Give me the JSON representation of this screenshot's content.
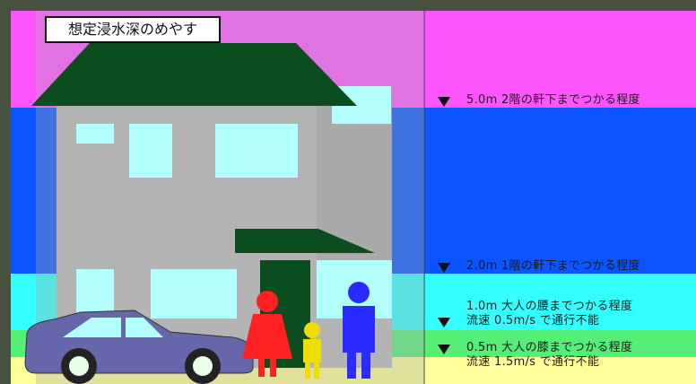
{
  "title": "想定浸水深のめやす",
  "levels": [
    {
      "depth": "5.0m",
      "text": "2階の軒下までつかる程度",
      "color": "#ff55ff"
    },
    {
      "depth": "2.0m",
      "text": "1階の軒下までつかる程度",
      "color": "#0a55ff"
    },
    {
      "depth": "1.0m",
      "text": "大人の腰までつかる程度",
      "note": "流速 0.5m/s で通行不能",
      "color": "#33ffff"
    },
    {
      "depth": "0.5m",
      "text": "大人の膝までつかる程度",
      "note": "流速 1.5m/s で通行不能",
      "color": "#55ee77"
    },
    {
      "color": "#ffff99"
    }
  ],
  "label_lines": {
    "l1": "5.0m 2階の軒下までつかる程度",
    "l2": "2.0m 1階の軒下までつかる程度",
    "l3a": "1.0m 大人の腰までつかる程度",
    "l3b": "流速 0.5m/s で通行不能",
    "l4a": "0.5m 大人の膝までつかる程度",
    "l4b": "流速 1.5m/s で通行不能"
  },
  "figure_colors": {
    "house_wall": "#b4b4b4",
    "roof": "#0b4d1e",
    "window": "#b3ffff",
    "car": "#6666aa",
    "adult_female": "#ff2222",
    "child": "#eedd00",
    "adult_male": "#2a2aff"
  }
}
